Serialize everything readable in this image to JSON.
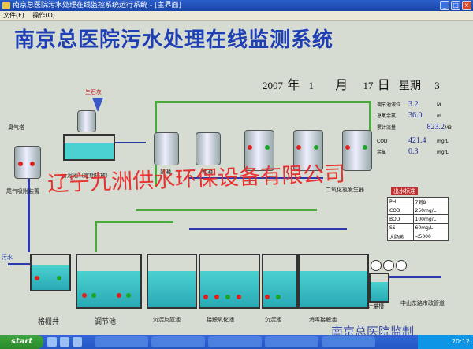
{
  "window": {
    "title": "南京总医院污水处理在线监控系统运行系统 - [主界面]"
  },
  "menu": {
    "items": [
      "文件(F)",
      "操作(O)"
    ]
  },
  "main": {
    "title": "南京总医院污水处理在线监测系统",
    "date": {
      "year": "2007",
      "year_label": "年",
      "month": "1",
      "month_label": "月",
      "day": "17",
      "day_label": "日",
      "weekday_label": "星期",
      "weekday": "3"
    },
    "readouts": [
      {
        "label": "调节池液位",
        "value": "3.2",
        "unit": "M"
      },
      {
        "label": "总氧余氯",
        "value": "36.0",
        "unit": "m"
      },
      {
        "label": "累计流量",
        "value": "823.2",
        "unit": "M3"
      },
      {
        "label": "COD",
        "value": "421.4",
        "unit": "mg/L"
      },
      {
        "label": "余氯",
        "value": "0.3",
        "unit": "mg/L"
      }
    ],
    "labels": {
      "lime": "生石灰",
      "odor_tower": "臭气塔",
      "exhaust": "尾气吸附装置",
      "sludge": "污泥池（定期排放）",
      "tank1": "絮凝",
      "tank2": "助凝",
      "clo2": "二氧化氯发生器",
      "inlet": "污水",
      "grid_well": "格栅井",
      "regulating": "调节池",
      "sediment": "沉淀反应池",
      "contact_ox": "接触氧化池",
      "settling": "沉淀池",
      "disinfect": "消毒接触池",
      "meter": "计量槽",
      "outlet": "中山东路市政管道"
    },
    "standards": {
      "title": "出水标准",
      "rows": [
        [
          "PH",
          "7到8"
        ],
        [
          "COD",
          "250mg/L"
        ],
        [
          "BOD",
          "100mg/L"
        ],
        [
          "SS",
          "60mg/L"
        ],
        [
          "大肠菌",
          "<5000"
        ]
      ]
    },
    "watermark": "辽宁九洲供水环保设备有限公司",
    "footer": "南京总医院监制"
  },
  "taskbar": {
    "start": "start",
    "clock": "20:12"
  },
  "colors": {
    "title": "#1f3fb5",
    "pipe": "#4caa3c",
    "water": "#2aa9b6",
    "alarm": "#e02020",
    "ok": "#1aa52a"
  }
}
